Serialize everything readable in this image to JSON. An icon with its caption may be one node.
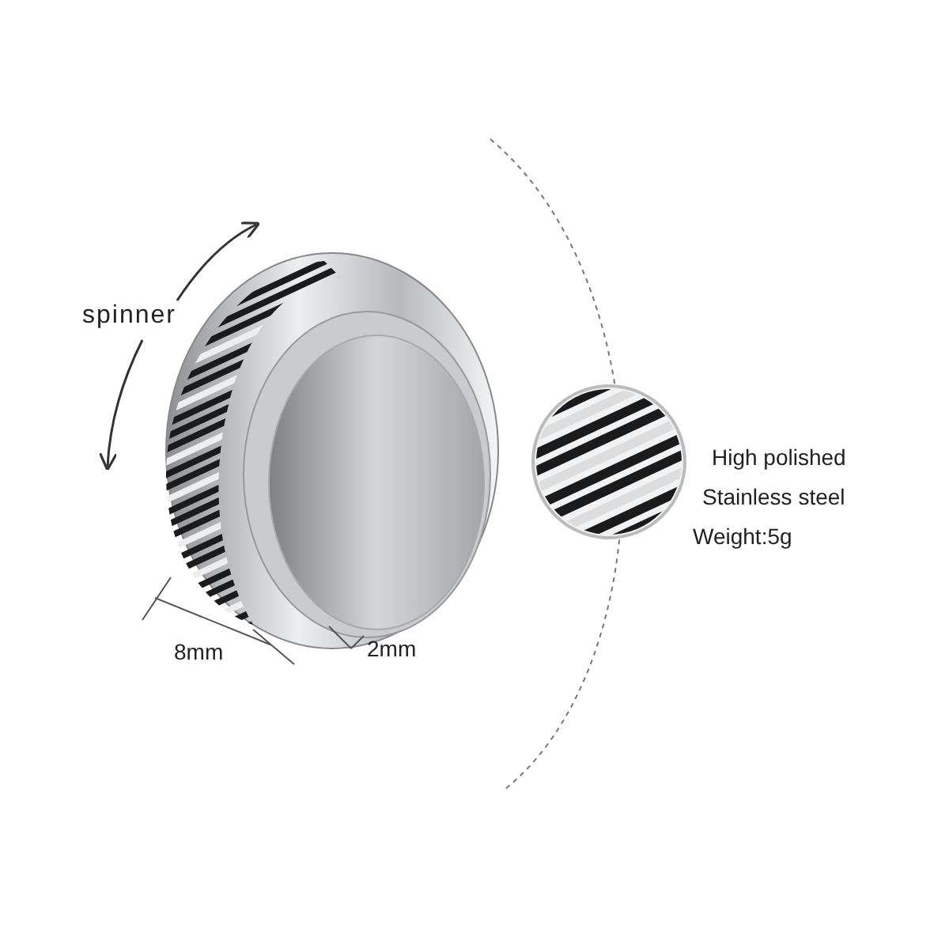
{
  "diagram": {
    "labels": [
      "spinner",
      "8mm",
      "2mm",
      "High polished",
      "Stainless steel",
      "Weight:5g"
    ]
  }
}
